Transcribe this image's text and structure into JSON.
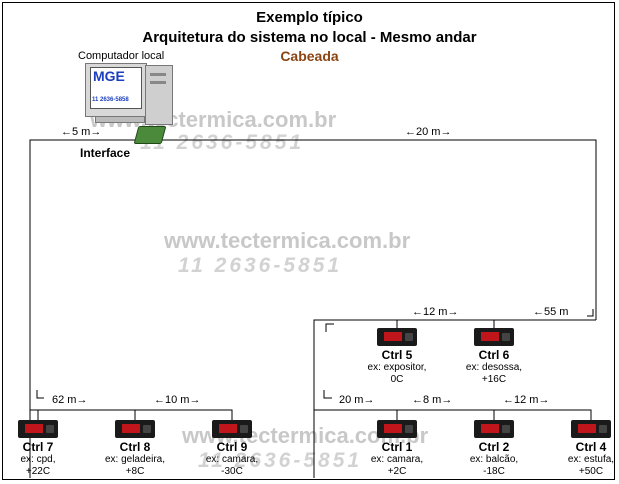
{
  "header": {
    "title": "Exemplo típico",
    "subtitle": "Arquitetura do sistema no local - Mesmo andar",
    "section": "Cabeada"
  },
  "computer": {
    "label": "Computador local",
    "screen_brand": "MGE",
    "screen_phone": "11 2636-5858"
  },
  "interface_label": "Interface",
  "watermark": {
    "site": "www.tectermica.com.br",
    "phone": "11 2636-5851"
  },
  "distances": {
    "d5": "←5 m→",
    "d20_top": "←20 m→",
    "d12_mid": "←12 m→",
    "d55": "←55 m",
    "d62": "62 m→",
    "d10": "←10 m→",
    "d20_bot": "20 m→",
    "d8": "←8 m→",
    "d12_bot": "←12 m→"
  },
  "controllers": [
    {
      "name": "Ctrl 7",
      "line1": "ex: cpd,",
      "line2": "+22C"
    },
    {
      "name": "Ctrl 8",
      "line1": "ex: geladeira,",
      "line2": "+8C"
    },
    {
      "name": "Ctrl 9",
      "line1": "ex: camara,",
      "line2": "-30C"
    },
    {
      "name": "Ctrl 5",
      "line1": "ex: expositor,",
      "line2": "0C"
    },
    {
      "name": "Ctrl 6",
      "line1": "ex: desossa,",
      "line2": "+16C"
    },
    {
      "name": "Ctrl 1",
      "line1": "ex: camara,",
      "line2": "+2C"
    },
    {
      "name": "Ctrl 2",
      "line1": "ex: balcão,",
      "line2": "-18C"
    },
    {
      "name": "Ctrl 4",
      "line1": "ex: estufa,",
      "line2": "+50C"
    }
  ]
}
